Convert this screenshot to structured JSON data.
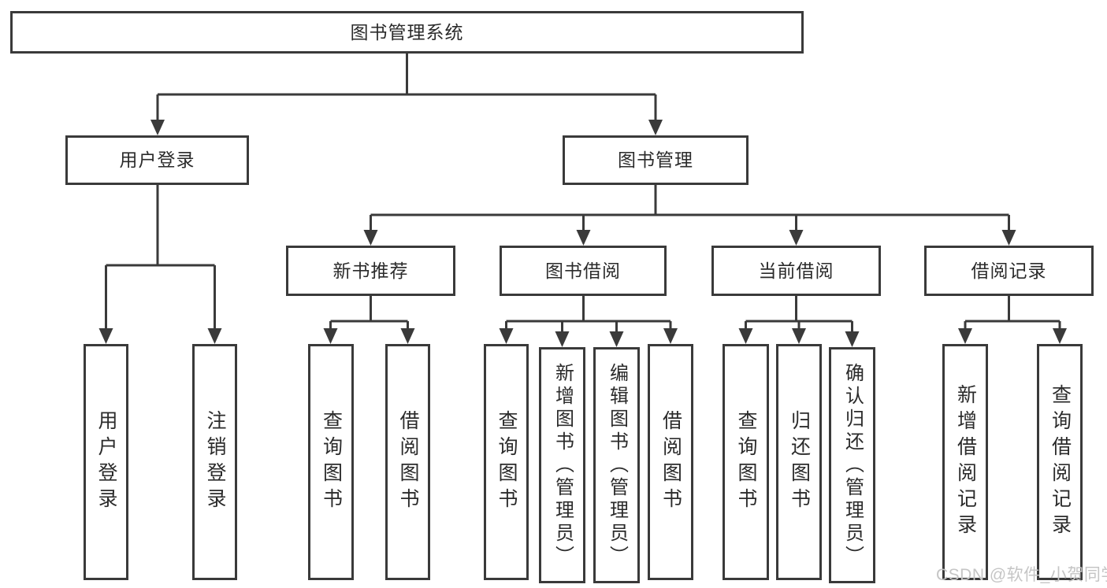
{
  "diagram_title": "图书管理系统",
  "nodes": {
    "root": {
      "label": "图书管理系统"
    },
    "user_login": {
      "label": "用户登录"
    },
    "book_management": {
      "label": "图书管理"
    },
    "user_login_leaf": {
      "label": "用户登录"
    },
    "logout_leaf": {
      "label": "注销登录"
    },
    "new_book_rec": {
      "label": "新书推荐"
    },
    "book_borrow": {
      "label": "图书借阅"
    },
    "current_borrow": {
      "label": "当前借阅"
    },
    "borrow_records": {
      "label": "借阅记录"
    },
    "nb_query_books": {
      "label": "查询图书"
    },
    "nb_borrow_books": {
      "label": "借阅图书"
    },
    "bb_query_books": {
      "label": "查询图书"
    },
    "bb_add_books": {
      "label": "新增图书（管理员）"
    },
    "bb_edit_books": {
      "label": "编辑图书（管理员）"
    },
    "bb_borrow_books": {
      "label": "借阅图书"
    },
    "cb_query_books": {
      "label": "查询图书"
    },
    "cb_return_books": {
      "label": "归还图书"
    },
    "cb_confirm_return": {
      "label": "确认归还（管理员）"
    },
    "br_add_record": {
      "label": "新增借阅记录"
    },
    "br_query_record": {
      "label": "查询借阅记录"
    }
  },
  "hierarchy": {
    "root": "图书管理系统",
    "children": [
      {
        "label": "用户登录",
        "children": [
          "用户登录",
          "注销登录"
        ]
      },
      {
        "label": "图书管理",
        "children": [
          {
            "label": "新书推荐",
            "children": [
              "查询图书",
              "借阅图书"
            ]
          },
          {
            "label": "图书借阅",
            "children": [
              "查询图书",
              "新增图书（管理员）",
              "编辑图书（管理员）",
              "借阅图书"
            ]
          },
          {
            "label": "当前借阅",
            "children": [
              "查询图书",
              "归还图书",
              "确认归还（管理员）"
            ]
          },
          {
            "label": "借阅记录",
            "children": [
              "新增借阅记录",
              "查询借阅记录"
            ]
          }
        ]
      }
    ]
  },
  "watermark": {
    "text": "CSDN @软件_小贺同学"
  },
  "colors": {
    "line": "#3a3a3a",
    "text": "#2b2b2b",
    "watermark": "#c5c5c5",
    "background": "#ffffff"
  }
}
